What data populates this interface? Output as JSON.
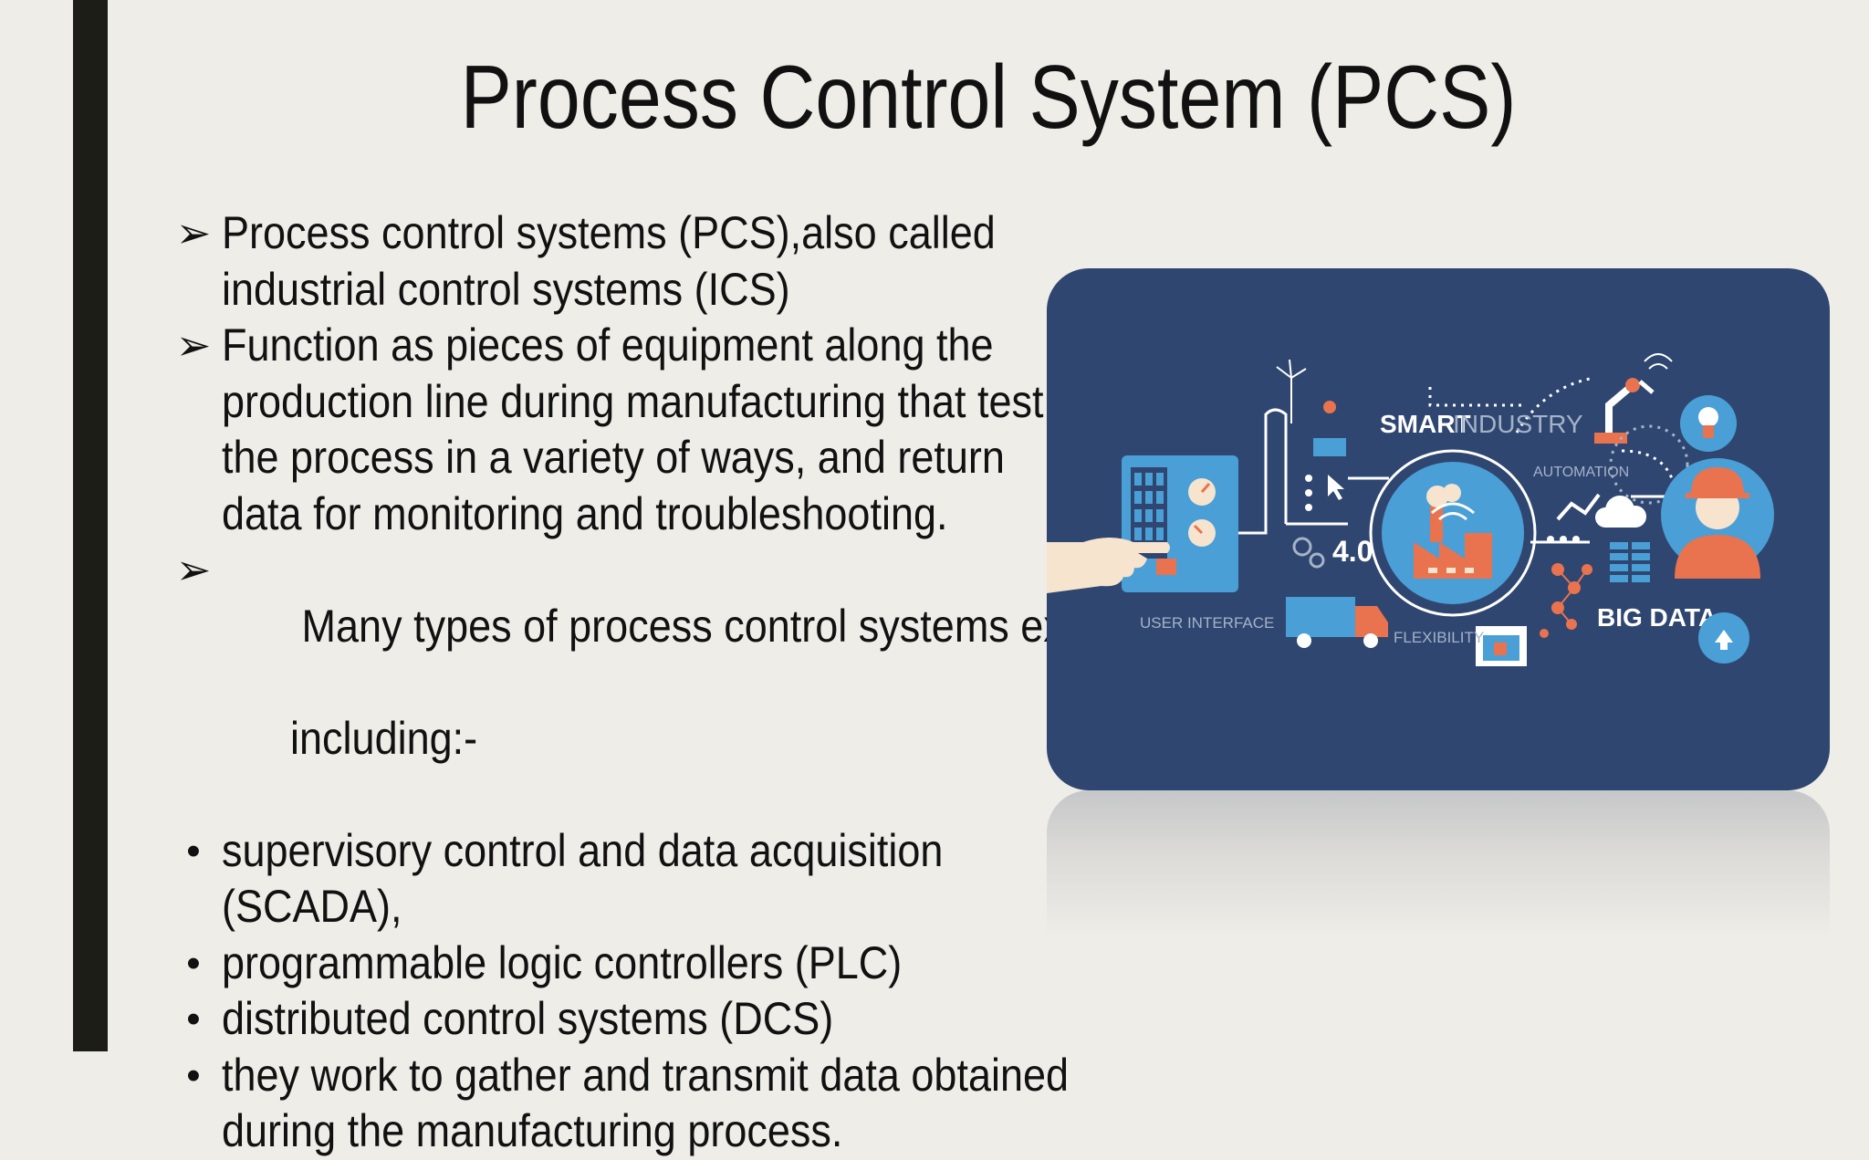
{
  "slide": {
    "title": "Process Control System (PCS)",
    "bullets": [
      {
        "marker": "➢",
        "lines": [
          "Process control systems (PCS),also called",
          "industrial control systems (ICS)"
        ]
      },
      {
        "marker": "➢",
        "lines": [
          "Function as pieces of equipment along the",
          "production line during manufacturing that test",
          "the process in a variety of ways, and return",
          "data for monitoring and troubleshooting."
        ]
      },
      {
        "marker": "➢",
        "lines": [
          " Many types of process control systems exist,",
          "including:-"
        ]
      },
      {
        "marker": "•",
        "lines": [
          "supervisory control and data acquisition",
          "(SCADA),"
        ]
      },
      {
        "marker": "•",
        "lines": [
          "programmable logic controllers (PLC)"
        ]
      },
      {
        "marker": "•",
        "lines": [
          "distributed control systems (DCS)"
        ]
      },
      {
        "marker": "•",
        "lines": [
          "they work to gather and transmit data obtained",
          "during the manufacturing process."
        ]
      }
    ]
  },
  "illustration": {
    "smart_label": "SMART",
    "industry_label": "INDUSTRY",
    "automation_label": "AUTOMATION",
    "version_label": "4.0",
    "user_interface_label": "USER INTERFACE",
    "flexibility_label": "FLEXIBILITY",
    "big_data_label": "BIG DATA",
    "colors": {
      "card": "#2f4670",
      "light_blue": "#4a9fd6",
      "orange": "#e8734e",
      "skin": "#f6e4cf"
    }
  }
}
